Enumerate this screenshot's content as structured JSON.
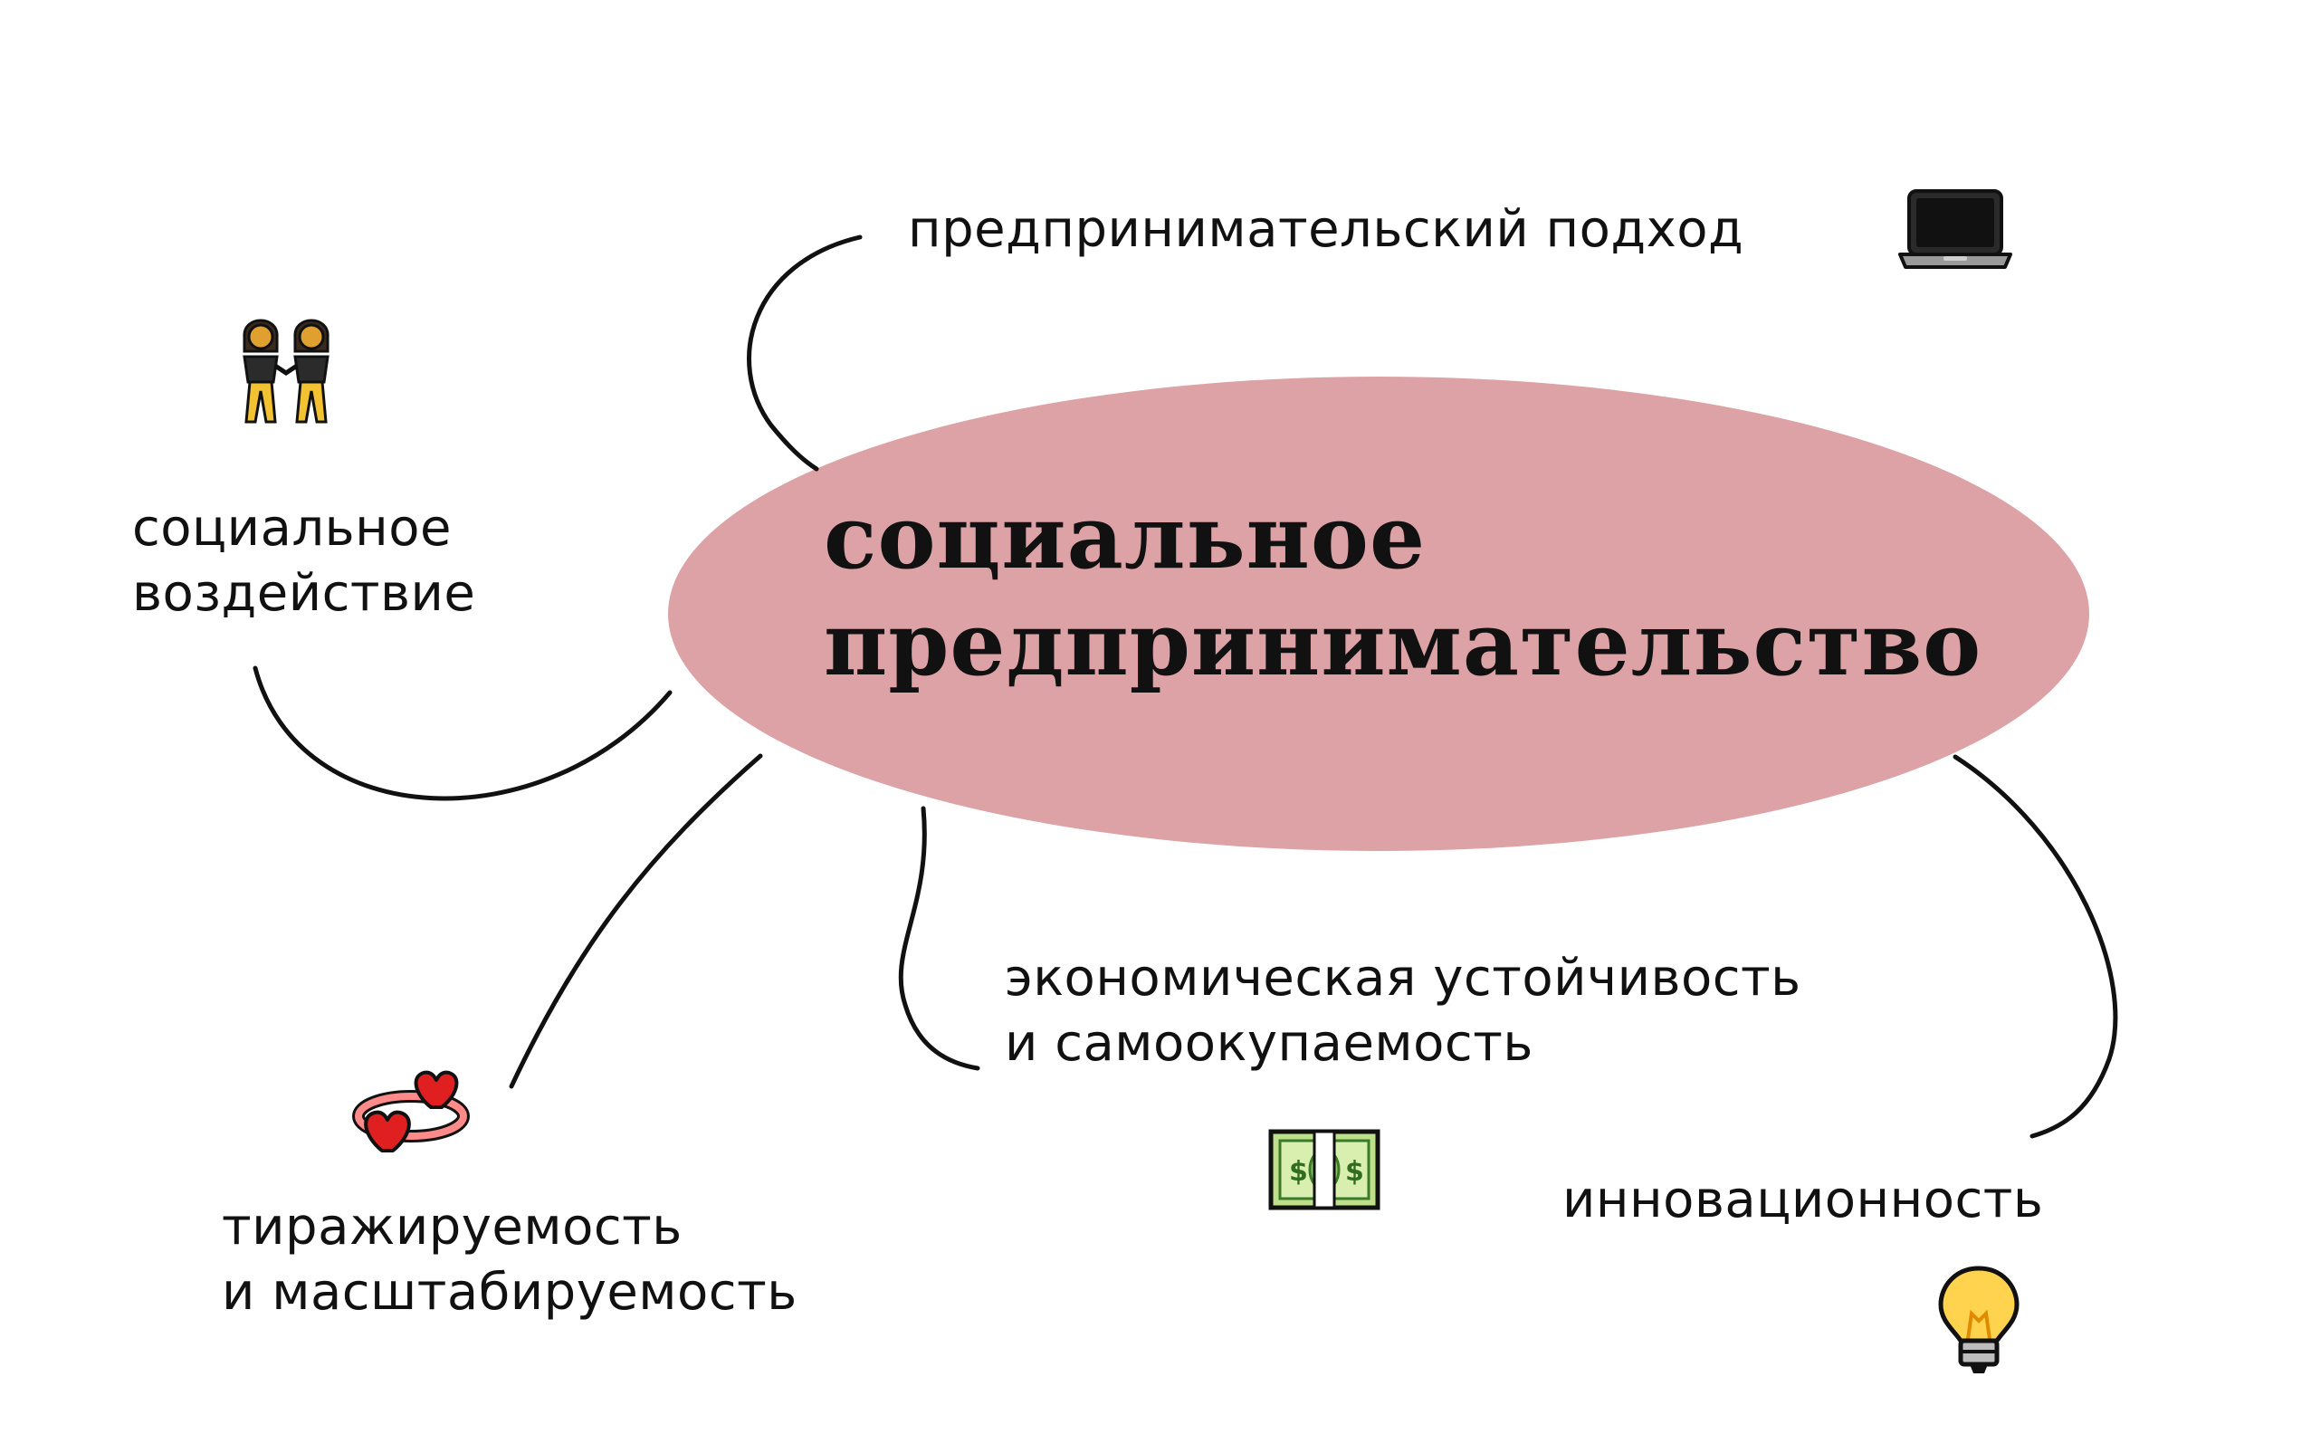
{
  "center": {
    "line1": "социальное",
    "line2": "предпринимательство",
    "fill": "#dca2a6"
  },
  "nodes": {
    "approach": {
      "lines": [
        "предпринимательский подход"
      ],
      "icon": "laptop-icon"
    },
    "impact": {
      "lines": [
        "социальное",
        "воздействие"
      ],
      "icon": "two-women-icon"
    },
    "scalability": {
      "lines": [
        "тиражируемость",
        "и масштабируемость"
      ],
      "icon": "revolving-hearts-icon"
    },
    "sustainability": {
      "lines": [
        "экономическая устойчивость",
        "и самоокупаемость"
      ],
      "icon": "dollar-banknote-icon"
    },
    "innovation": {
      "lines": [
        "инновационность"
      ],
      "icon": "light-bulb-icon"
    }
  }
}
